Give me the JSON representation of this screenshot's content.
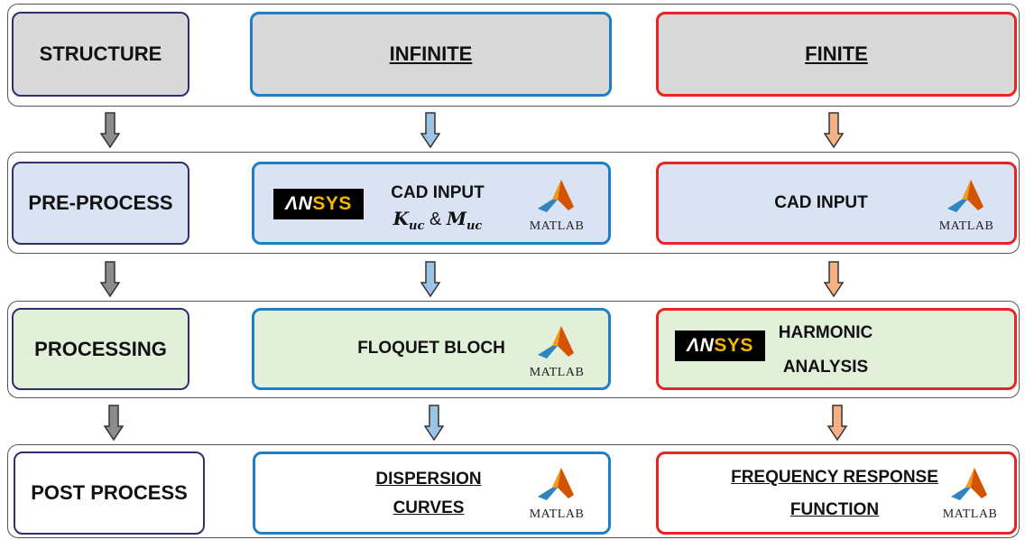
{
  "columns": {
    "structure": "STRUCTURE",
    "infinite": "INFINITE",
    "finite": "FINITE"
  },
  "stages": {
    "pre": "PRE-PROCESS",
    "processing": "PROCESSING",
    "post": "POST PROCESS"
  },
  "pre": {
    "infinite_cad": "CAD INPUT",
    "k_sym": "K",
    "k_sub": "uc",
    "amp": " & ",
    "m_sym": "M",
    "m_sub": "uc",
    "finite_cad": "CAD INPUT"
  },
  "processing": {
    "infinite": "FLOQUET BLOCH",
    "finite_line1": "HARMONIC",
    "finite_line2": "ANALYSIS"
  },
  "post": {
    "infinite_line1": "DISPERSION",
    "infinite_line2": "CURVES",
    "finite_line1": "FREQUENCY RESPONSE",
    "finite_line2": "FUNCTION"
  },
  "logos": {
    "ansys_a": "ΛN",
    "ansys_b": "SYS",
    "matlab": "MATLAB"
  },
  "colors": {
    "navy": "#2f2e6e",
    "blue": "#1f7fc4",
    "red": "#e52424",
    "gray_fill": "#d9d9d9",
    "blue_fill": "#dae3f3",
    "green_fill": "#e2efd9",
    "arrow_gray": "#8c8c8c",
    "arrow_blue": "#9dc3e6",
    "arrow_orange": "#f4b183"
  },
  "icons": [
    "down-arrow-icon",
    "ansys-logo",
    "matlab-logo"
  ]
}
